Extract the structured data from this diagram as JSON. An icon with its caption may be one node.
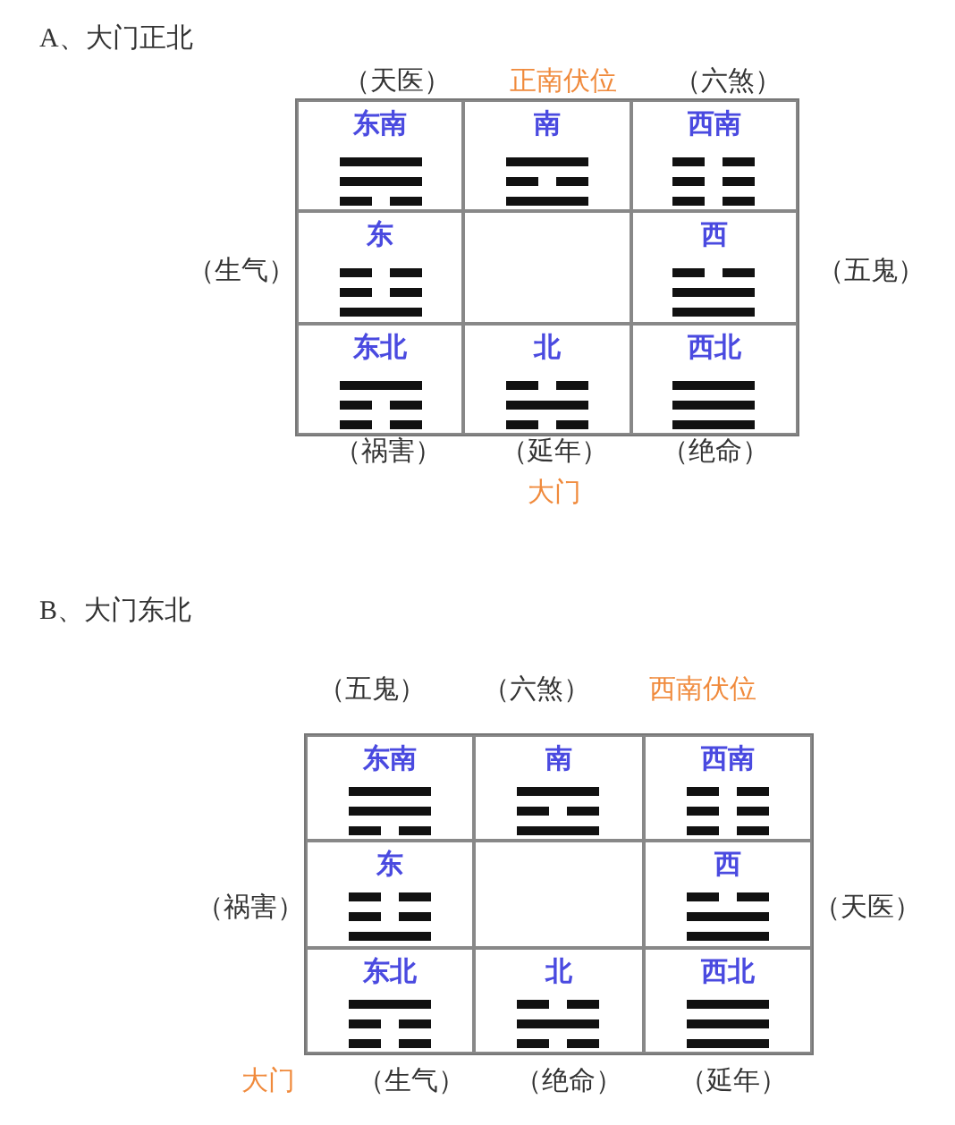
{
  "diagram": {
    "nodes": [
      {
        "text": [],
        "shape": "box"
      },
      {
        "text": [
          "东南"
        ],
        "in": 0
      },
      {
        "text": [
          "南"
        ],
        "in": 0
      },
      {
        "text": [
          "西南"
        ],
        "in": 0
      },
      {
        "text": [
          "东"
        ],
        "in": 0
      },
      {
        "text": [],
        "shape": "box",
        "in": 0
      },
      {
        "text": [
          "西"
        ],
        "in": 0
      },
      {
        "text": [
          "东北"
        ],
        "in": 0
      },
      {
        "text": [
          "北"
        ],
        "in": 0
      },
      {
        "text": [
          "西北"
        ],
        "in": 0
      },
      {
        "text": [],
        "shape": "box"
      },
      {
        "text": [
          "东南"
        ],
        "in": 10
      },
      {
        "text": [
          "南"
        ],
        "in": 10
      },
      {
        "text": [
          "西南"
        ],
        "in": 10
      },
      {
        "text": [
          "东"
        ],
        "in": 10
      },
      {
        "text": [],
        "shape": "box",
        "in": 10
      },
      {
        "text": [
          "西"
        ],
        "in": 10
      },
      {
        "text": [
          "东北"
        ],
        "in": 10
      },
      {
        "text": [
          "北"
        ],
        "in": 10
      },
      {
        "text": [
          "西北"
        ],
        "in": 10
      }
    ],
    "labels": [
      "A、大门正北",
      "（天医）",
      "正南伏位",
      "（六煞）",
      "（生气）",
      "（五鬼）",
      "（祸害）",
      "（延年）",
      "（绝命）",
      "大门",
      "B、大门东北",
      "（五鬼）",
      "（六煞）",
      "西南伏位",
      "（祸害）",
      "（天医）",
      "大门",
      "（生气）",
      "（绝命）",
      "（延年）"
    ]
  }
}
